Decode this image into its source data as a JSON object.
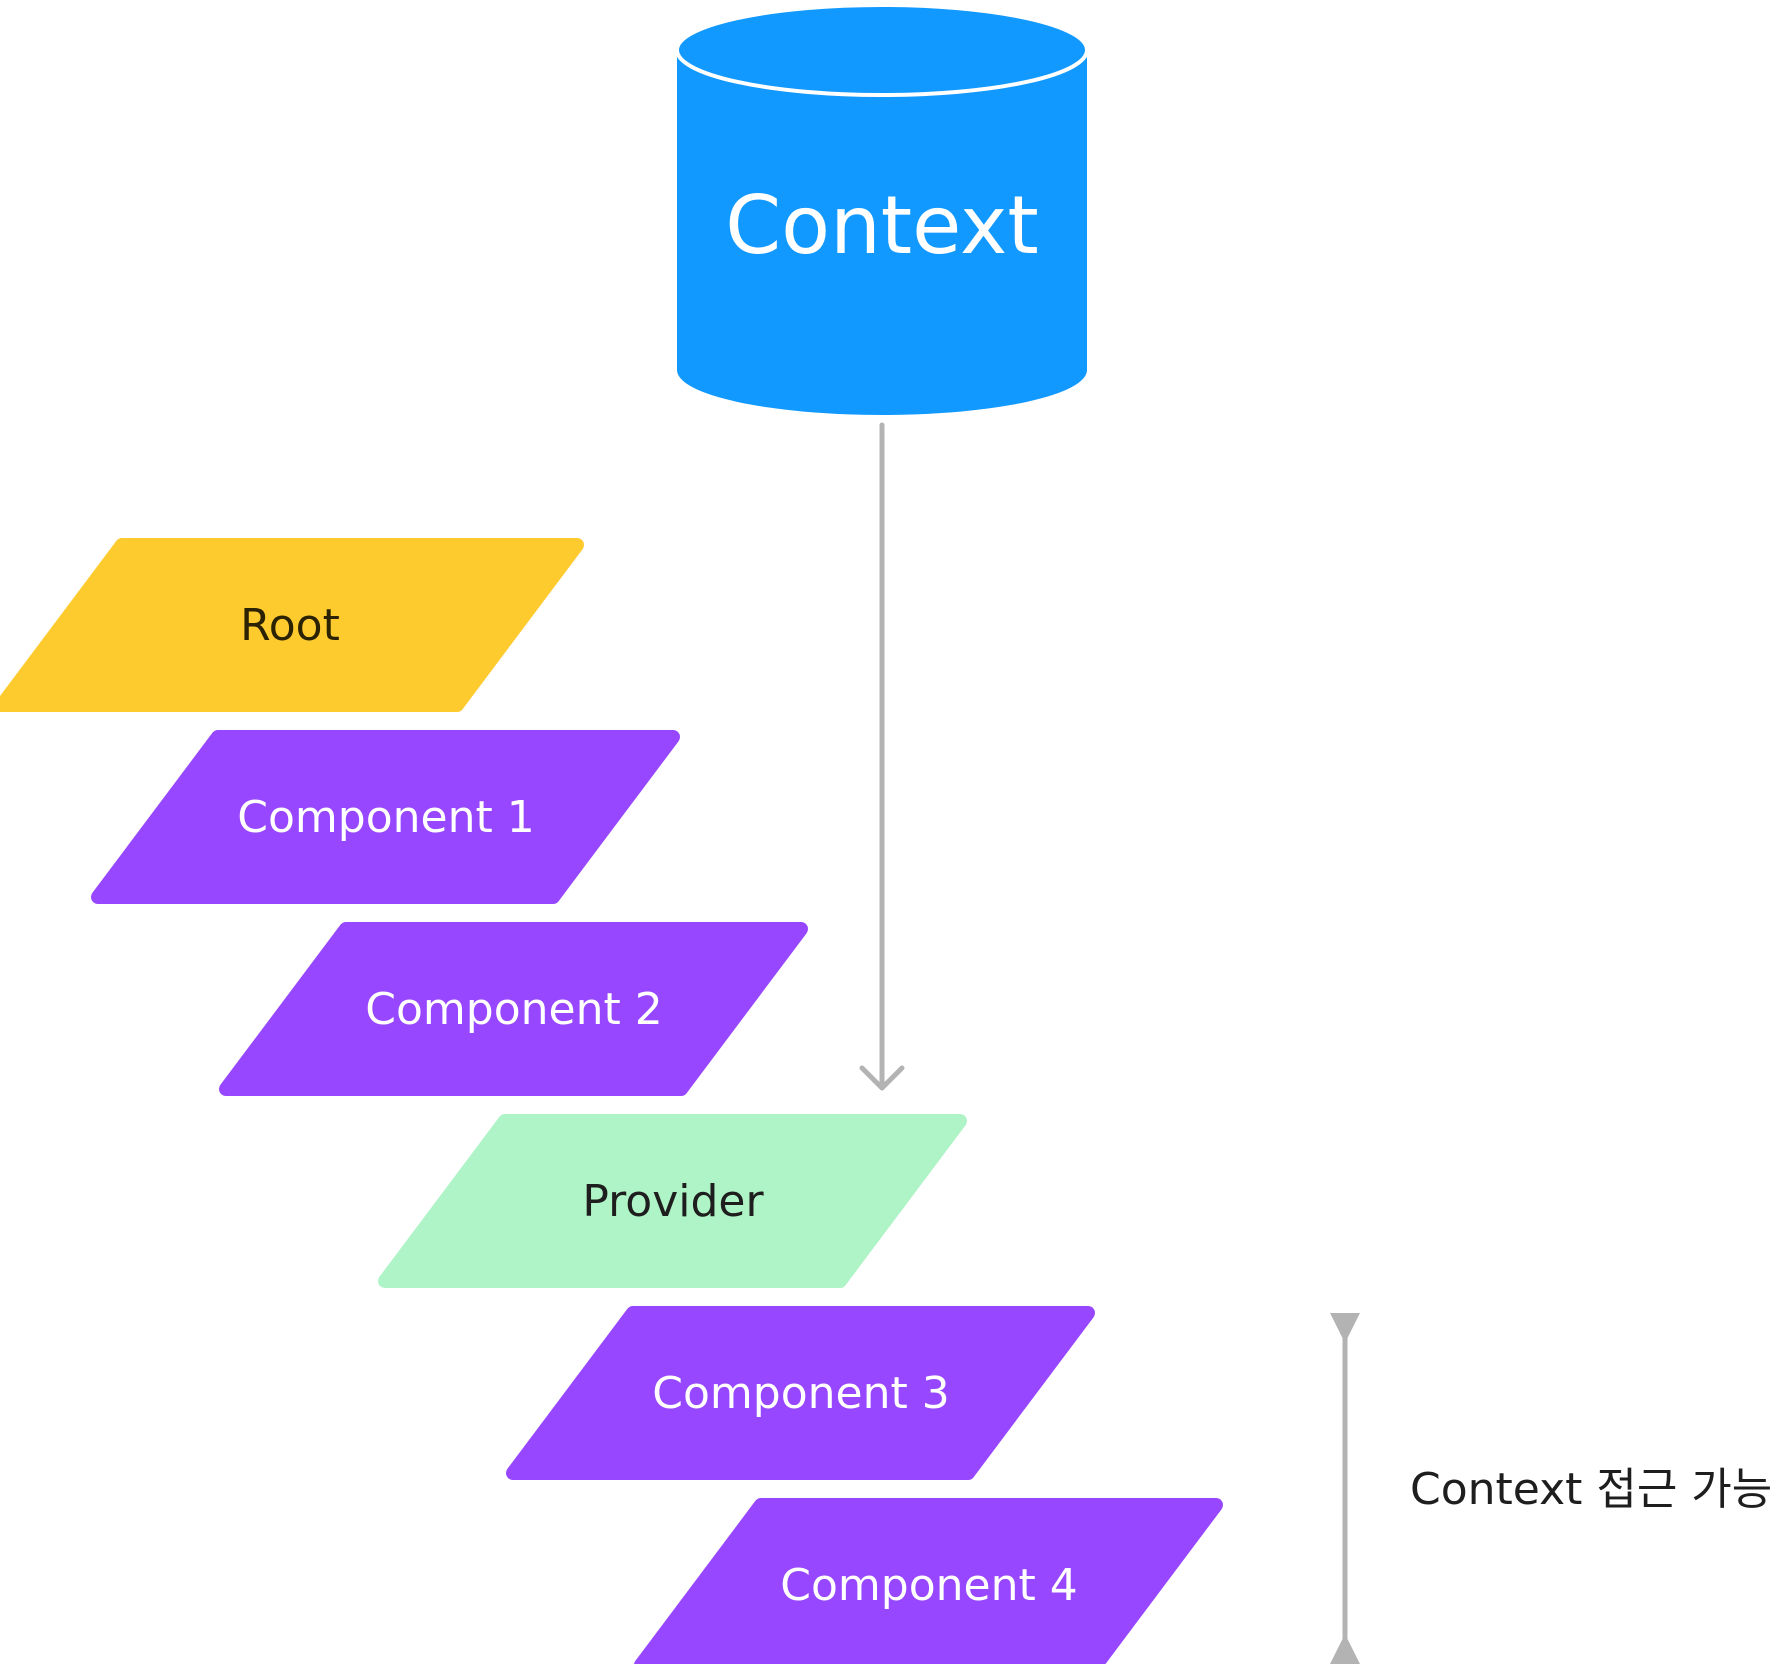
{
  "context_store": {
    "label": "Context",
    "color": "#1199FF",
    "text_color": "#FFFFFF"
  },
  "hierarchy": [
    {
      "label": "Root",
      "fill": "#FECB2F",
      "text_color": "#2A2200"
    },
    {
      "label": "Component 1",
      "fill": "#9747FF",
      "text_color": "#FFFFFF"
    },
    {
      "label": "Component 2",
      "fill": "#9747FF",
      "text_color": "#FFFFFF"
    },
    {
      "label": "Provider",
      "fill": "#AFF4C6",
      "text_color": "#1E1E1E"
    },
    {
      "label": "Component 3",
      "fill": "#9747FF",
      "text_color": "#FFFFFF"
    },
    {
      "label": "Component 4",
      "fill": "#9747FF",
      "text_color": "#FFFFFF"
    }
  ],
  "access_range": {
    "label": "Context 접근 가능",
    "line_color": "#B3B3B3",
    "text_color": "#1E1E1E"
  },
  "connector": {
    "from": "Context",
    "to": "Provider",
    "color": "#B3B3B3"
  }
}
